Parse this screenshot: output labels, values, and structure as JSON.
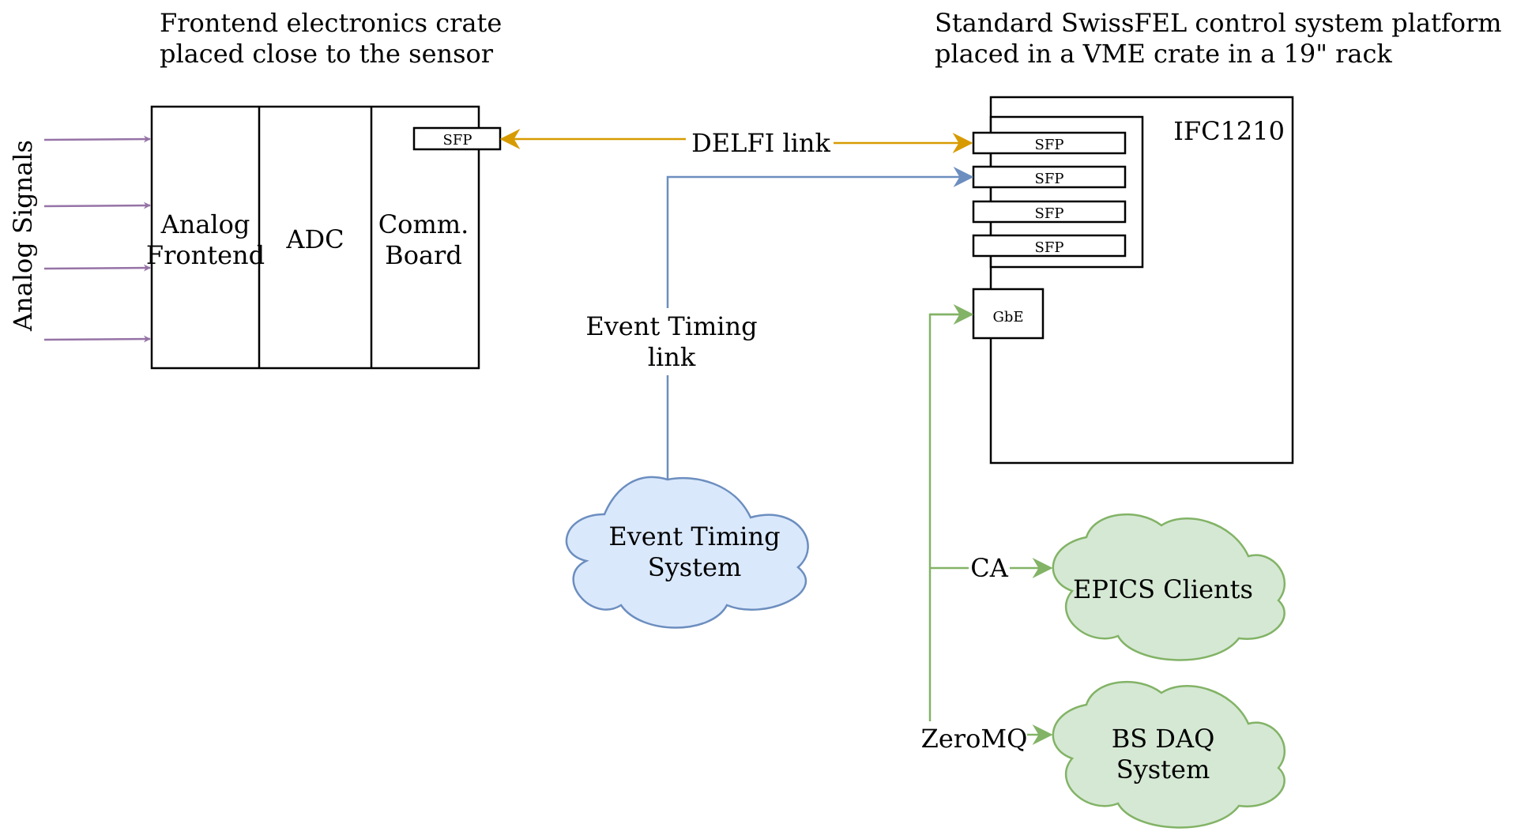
{
  "captions": {
    "frontend_line1": "Frontend electronics crate",
    "frontend_line2": "placed close to the sensor",
    "platform_line1": "Standard SwissFEL control system platform",
    "platform_line2": "placed in a VME crate in a 19\" rack"
  },
  "frontend": {
    "inputs_label": "Analog Signals",
    "analog_line1": "Analog",
    "analog_line2": "Frontend",
    "adc": "ADC",
    "comm_line1": "Comm.",
    "comm_line2": "Board",
    "sfp": "SFP"
  },
  "ifc": {
    "title": "IFC1210",
    "sfp_ports": [
      "SFP",
      "SFP",
      "SFP",
      "SFP"
    ],
    "gbe": "GbE"
  },
  "links": {
    "delfi": "DELFI link",
    "timing_line1": "Event Timing",
    "timing_line2": "link",
    "ca": "CA",
    "zeromq": "ZeroMQ"
  },
  "clouds": {
    "timing_line1": "Event Timing",
    "timing_line2": "System",
    "epics": "EPICS Clients",
    "bsdaq_line1": "BS DAQ",
    "bsdaq_line2": "System"
  },
  "colors": {
    "signal": "#9673a6",
    "delfi": "#d79b00",
    "timing": "#6c8ebf",
    "timing_fill": "#dae8fc",
    "network": "#82b366",
    "network_fill": "#d5e8d4"
  }
}
